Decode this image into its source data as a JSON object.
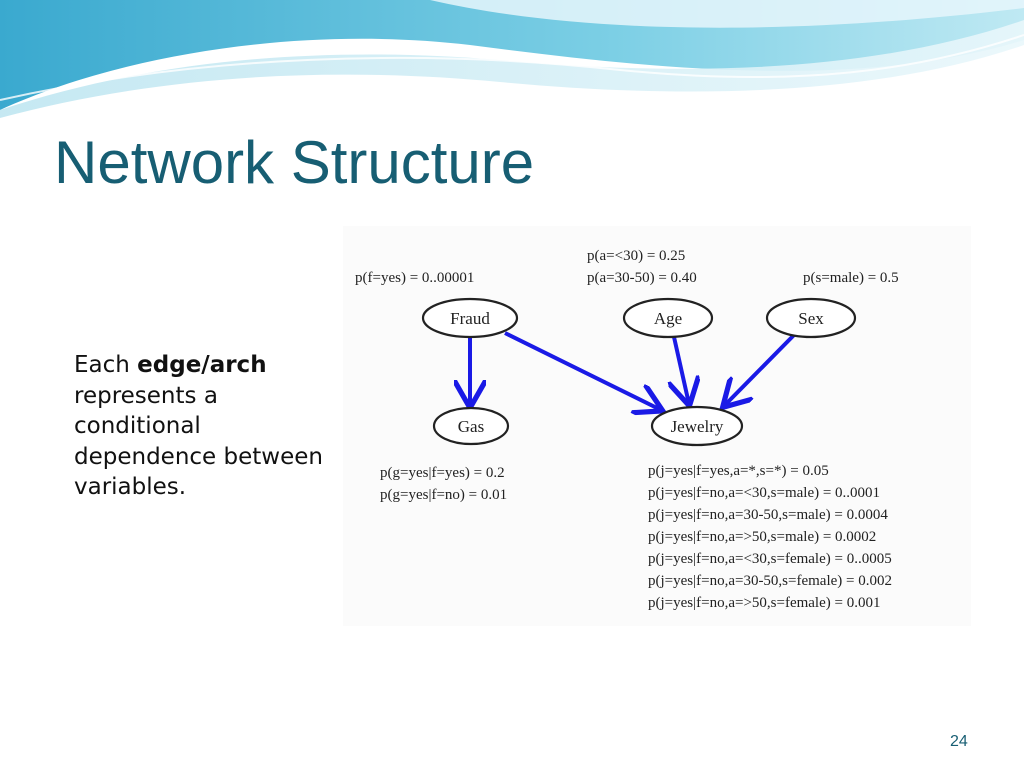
{
  "slide": {
    "title": "Network Structure",
    "body_prefix": "Each ",
    "body_bold": "edge/arch",
    "body_suffix": " represents a conditional dependence between variables.",
    "page_number": "24"
  },
  "diagram": {
    "nodes": {
      "fraud": "Fraud",
      "age": "Age",
      "sex": "Sex",
      "gas": "Gas",
      "jewelry": "Jewelry"
    },
    "probs": {
      "fraud": [
        "p(f=yes) = 0..00001"
      ],
      "age": [
        "p(a=<30) = 0.25",
        "p(a=30-50) = 0.40"
      ],
      "sex": [
        "p(s=male) = 0.5"
      ],
      "gas": [
        "p(g=yes|f=yes) = 0.2",
        "p(g=yes|f=no) = 0.01"
      ],
      "jewelry": [
        "p(j=yes|f=yes,a=*,s=*) = 0.05",
        "p(j=yes|f=no,a=<30,s=male) = 0..0001",
        "p(j=yes|f=no,a=30-50,s=male) = 0.0004",
        "p(j=yes|f=no,a=>50,s=male) = 0.0002",
        "p(j=yes|f=no,a=<30,s=female) = 0..0005",
        "p(j=yes|f=no,a=30-50,s=female) = 0.002",
        "p(j=yes|f=no,a=>50,s=female) = 0.001"
      ]
    },
    "edge_color": "#1a1ae6"
  }
}
